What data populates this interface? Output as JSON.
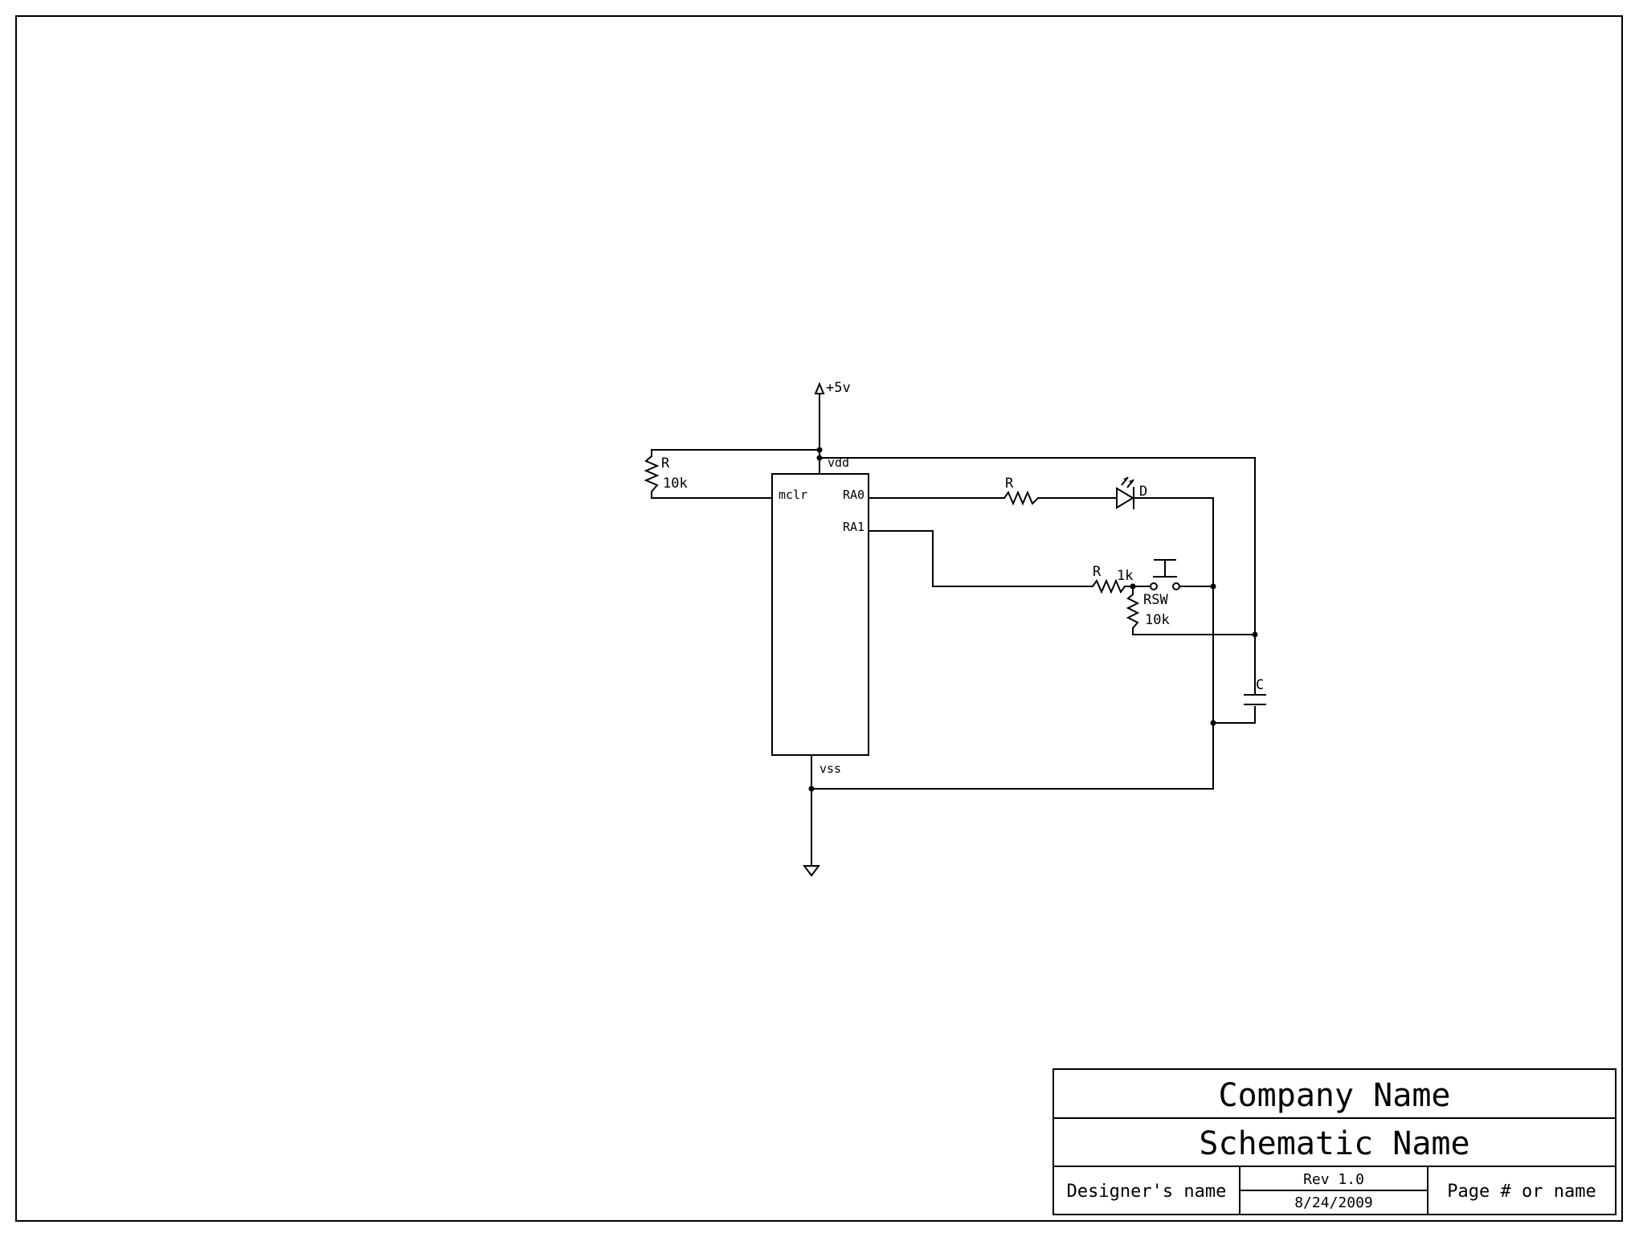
{
  "power": {
    "supply_label": "+5v"
  },
  "ic": {
    "pins": {
      "vdd": "vdd",
      "mclr": "mclr",
      "ra0": "RA0",
      "ra1": "RA1",
      "vss": "vss"
    }
  },
  "components": {
    "r_mclr": {
      "ref": "R",
      "value": "10k"
    },
    "r_led": {
      "ref": "R"
    },
    "led": {
      "ref": "D"
    },
    "r_sw": {
      "ref": "R",
      "value": "1k"
    },
    "switch": {
      "ref": "RSW",
      "value": "10k"
    },
    "cap": {
      "ref": "C"
    }
  },
  "title_block": {
    "company": "Company Name",
    "schematic": "Schematic Name",
    "designer": "Designer's name",
    "revision": "Rev 1.0",
    "date": "8/24/2009",
    "page": "Page # or name"
  }
}
